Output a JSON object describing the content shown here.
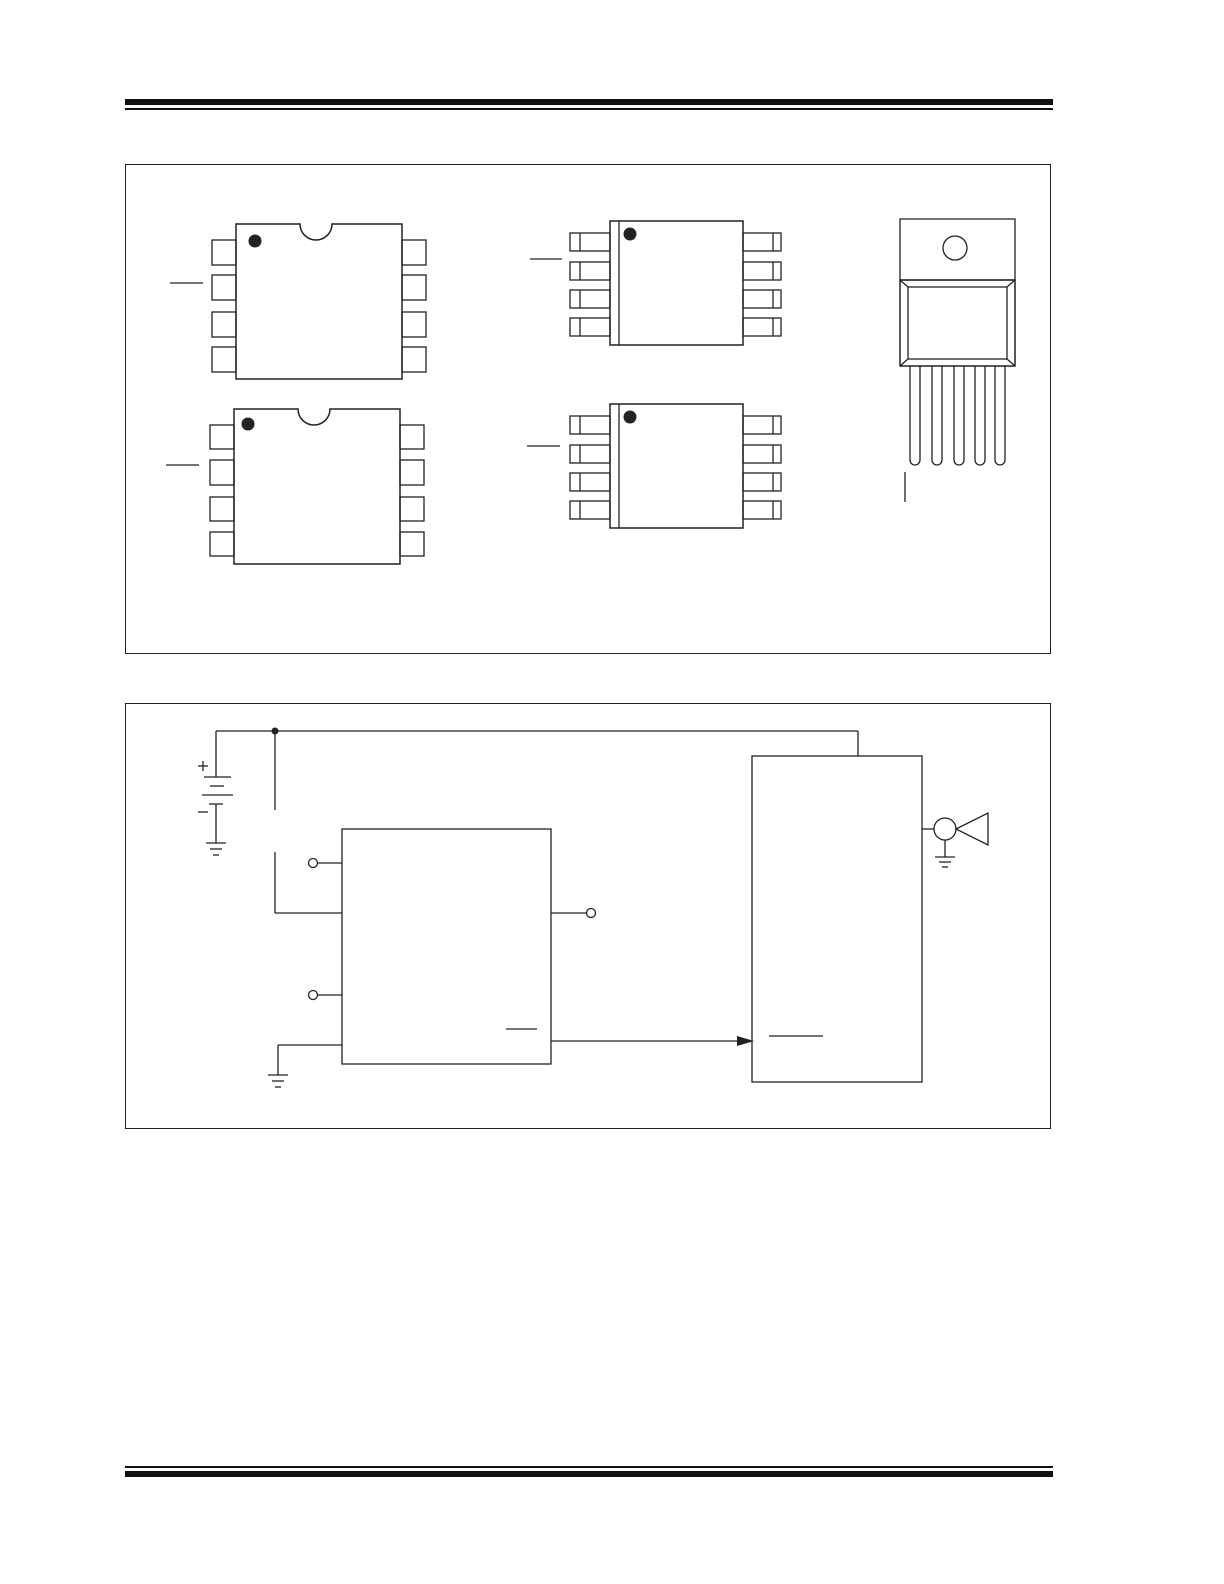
{
  "page": {
    "background": "#ffffff",
    "line_color": "#222222"
  },
  "figures": [
    {
      "name": "package-types",
      "packages": [
        {
          "kind": "dip-8",
          "pins_per_side": 4,
          "pin1_marker": true,
          "notch": true
        },
        {
          "kind": "dip-8",
          "pins_per_side": 4,
          "pin1_marker": true,
          "notch": true
        },
        {
          "kind": "msop-8",
          "pins_per_side": 4,
          "pin1_marker": true
        },
        {
          "kind": "msop-8",
          "pins_per_side": 4,
          "pin1_marker": true
        },
        {
          "kind": "to-220-5",
          "leads": 5,
          "tab_hole": true
        }
      ]
    },
    {
      "name": "typical-application-circuit",
      "blocks": [
        "regulator-ic",
        "microcontroller"
      ],
      "symbols": [
        "battery",
        "ground-icon",
        "ground-icon",
        "ground-icon",
        "buzzer-icon"
      ]
    }
  ]
}
